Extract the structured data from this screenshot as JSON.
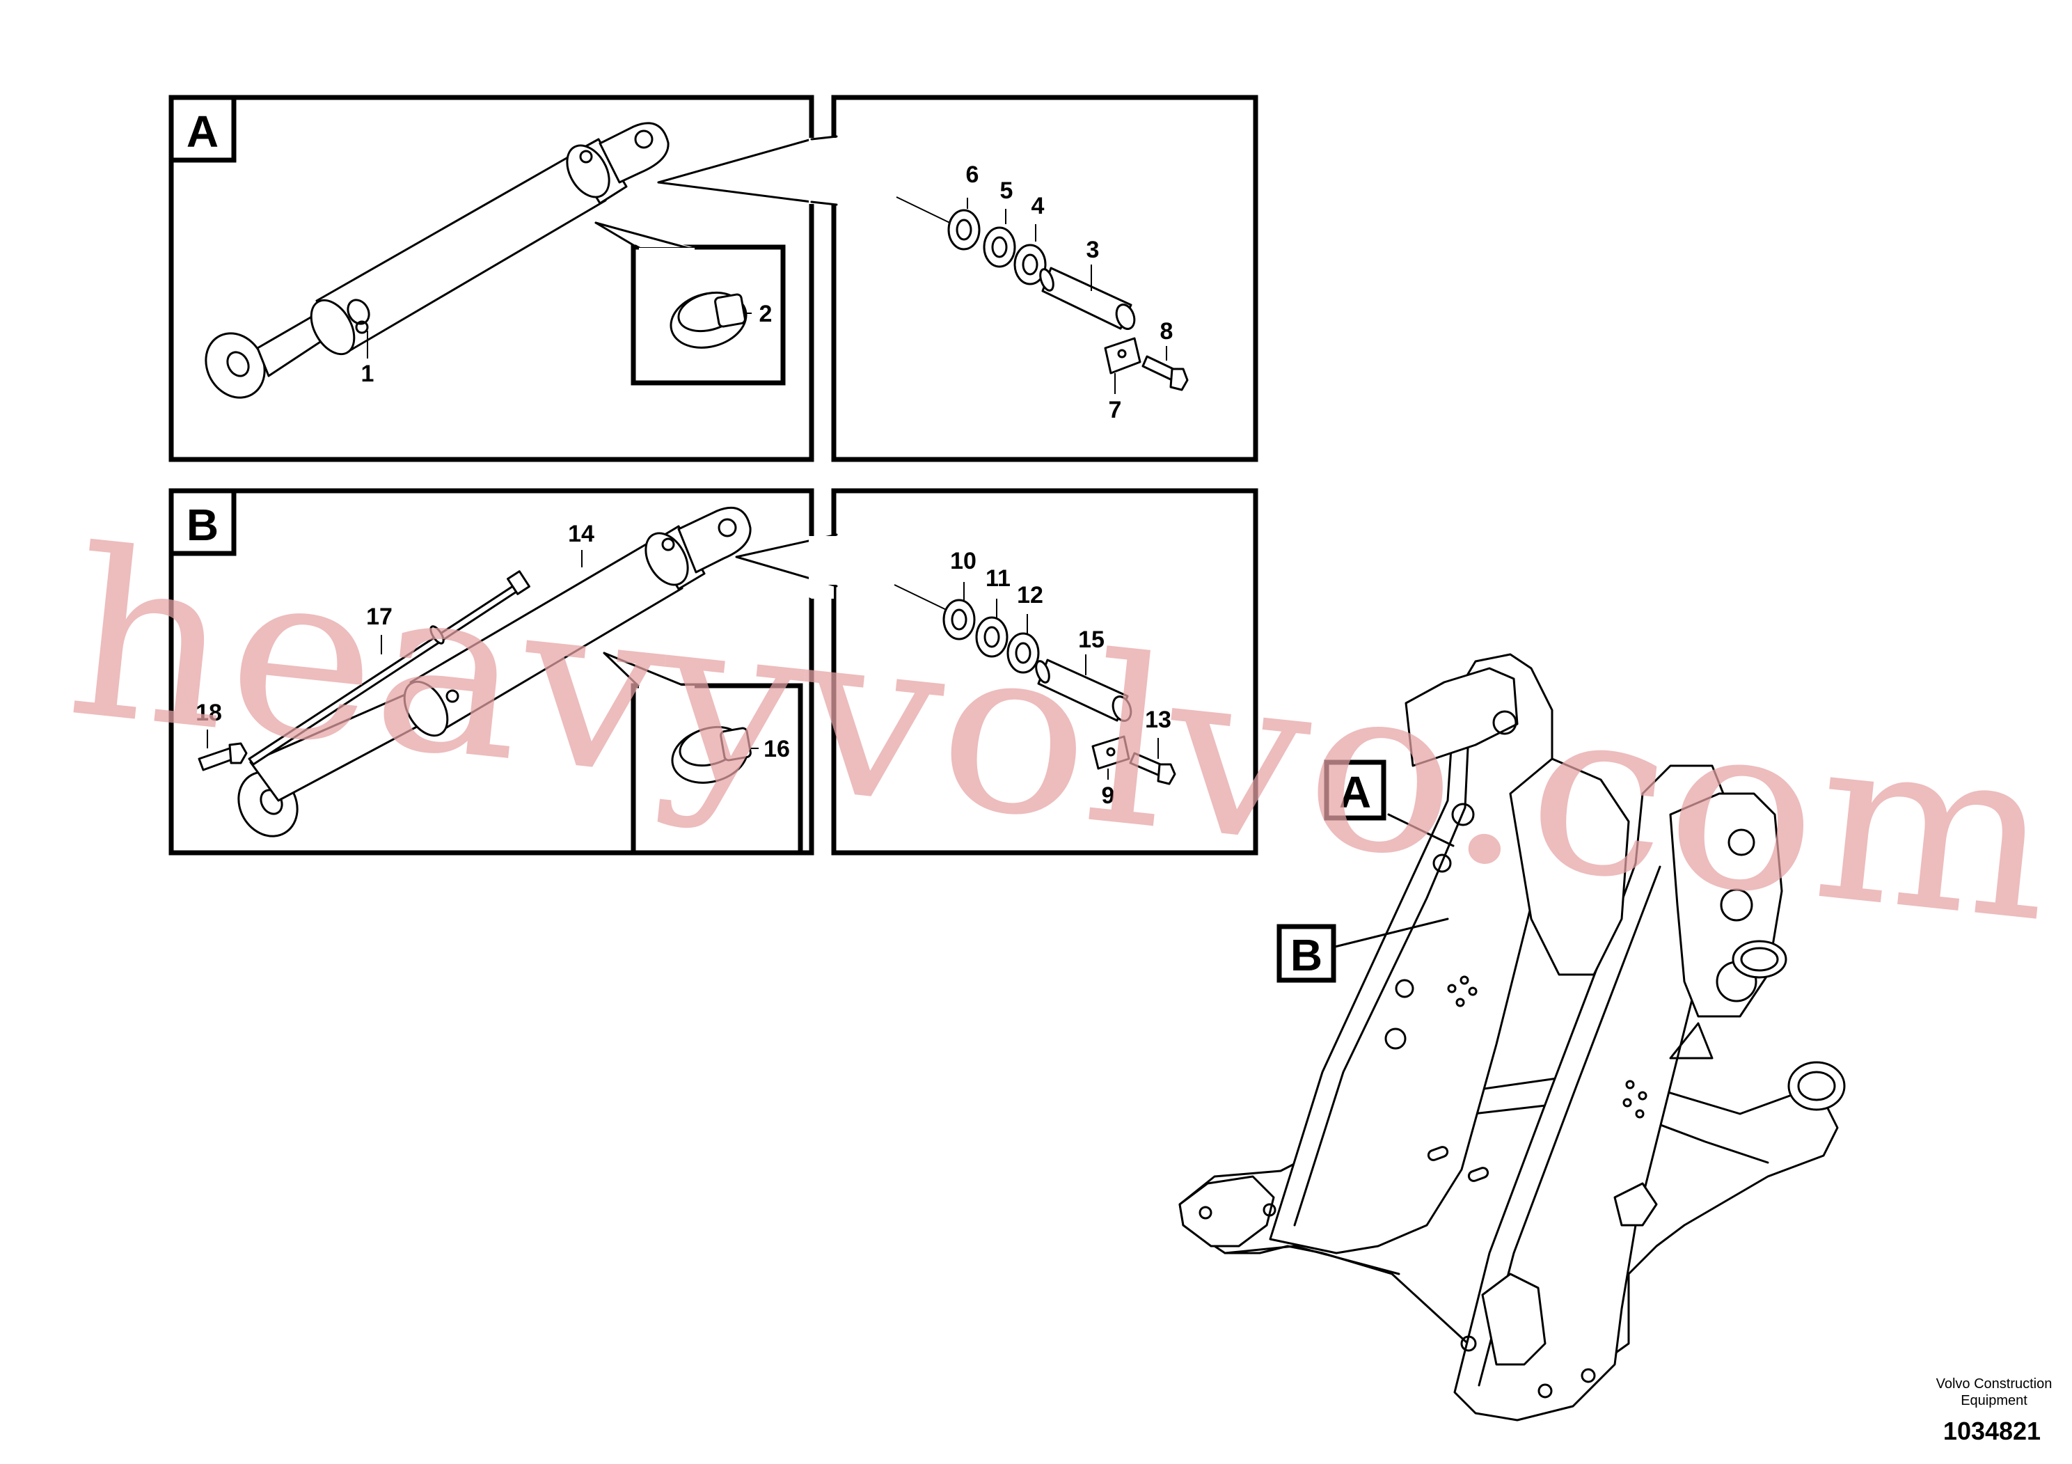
{
  "panels": {
    "a": {
      "letter": "A"
    },
    "b": {
      "letter": "B"
    }
  },
  "callouts": {
    "c1": "1",
    "c2": "2",
    "c3": "3",
    "c4": "4",
    "c5": "5",
    "c6": "6",
    "c7": "7",
    "c8": "8",
    "c9": "9",
    "c10": "10",
    "c11": "11",
    "c12": "12",
    "c13": "13",
    "c14": "14",
    "c15": "15",
    "c16": "16",
    "c17": "17",
    "c18": "18"
  },
  "frame_tags": {
    "a": "A",
    "b": "B"
  },
  "watermark": "heavyvolvo.com",
  "footer": {
    "brand_line1": "Volvo Construction",
    "brand_line2": "Equipment",
    "drawing_number": "1034821"
  }
}
